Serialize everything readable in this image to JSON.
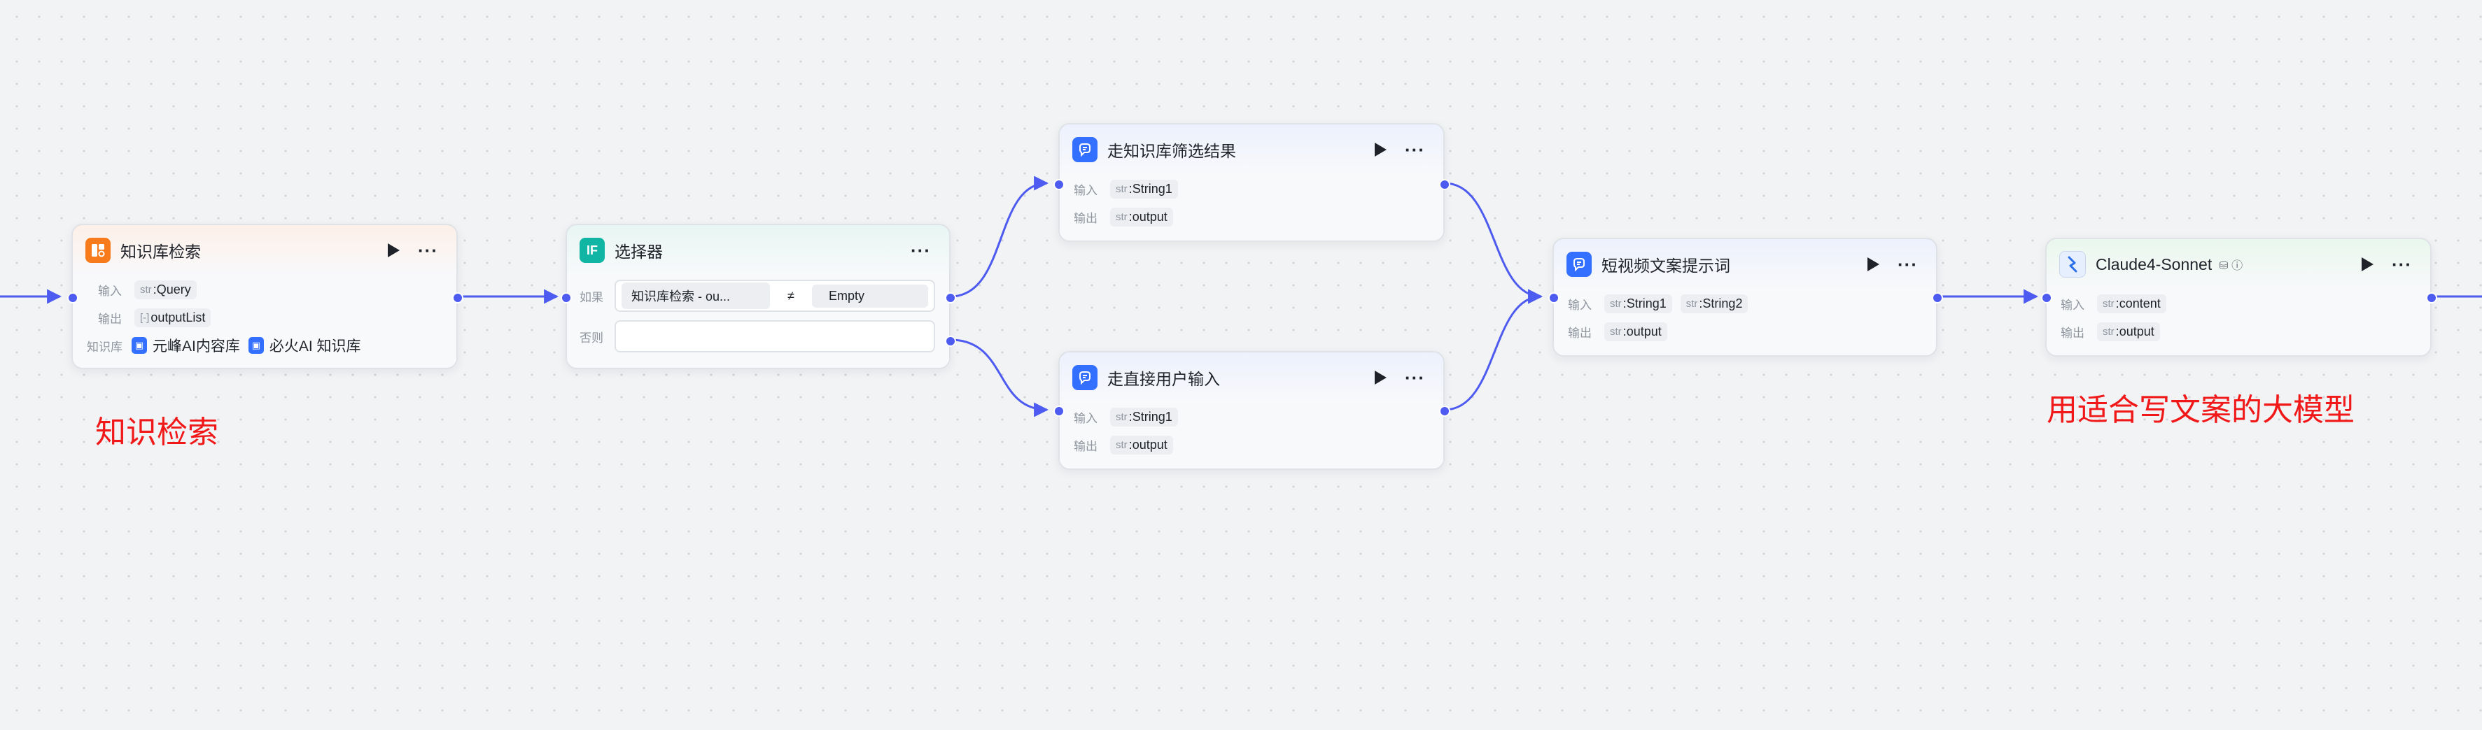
{
  "colors": {
    "edge": "#4e5bf0",
    "annotation": "#f01818"
  },
  "labels": {
    "input": "输入",
    "output": "输出",
    "kb": "知识库",
    "if": "如果",
    "else": "否则"
  },
  "nodes": {
    "kb_search": {
      "title": "知识库检索",
      "icon": "kb-search-icon",
      "input": {
        "type": "str",
        "name": "Query"
      },
      "output": {
        "type": "[-]",
        "name": "outputList"
      },
      "kbs": [
        "元峰AI内容库",
        "必火AI 知识库"
      ]
    },
    "selector": {
      "title": "选择器",
      "icon_text": "IF",
      "cond_left": "知识库检索 - ou...",
      "cond_op": "≠",
      "cond_right": "Empty",
      "else_value": ""
    },
    "kb_result": {
      "title": "走知识库筛选结果",
      "input": {
        "type": "str",
        "name": "String1"
      },
      "output": {
        "type": "str",
        "name": "output"
      }
    },
    "direct": {
      "title": "走直接用户输入",
      "input": {
        "type": "str",
        "name": "String1"
      },
      "output": {
        "type": "str",
        "name": "output"
      }
    },
    "prompt": {
      "title": "短视频文案提示词",
      "inputs": [
        {
          "type": "str",
          "name": "String1"
        },
        {
          "type": "str",
          "name": "String2"
        }
      ],
      "output": {
        "type": "str",
        "name": "output"
      }
    },
    "llm": {
      "title": "Claude4-Sonnet",
      "input": {
        "type": "str",
        "name": "content"
      },
      "output": {
        "type": "str",
        "name": "output"
      }
    }
  },
  "annotations": {
    "left": "知识检索",
    "right": "用适合写文案的大模型"
  }
}
